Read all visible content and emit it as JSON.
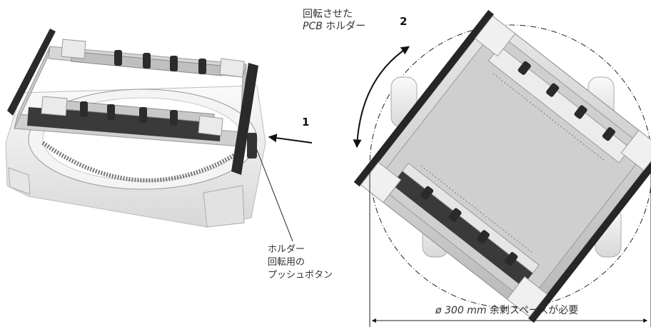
{
  "labels": {
    "rotated_line1": "回転させた",
    "rotated_pcb": "PCB",
    "rotated_holder": " ホルダー",
    "num1": "1",
    "num2": "2",
    "push_line1": "ホルダー",
    "push_line2": "回転用の",
    "push_line3": "プッシュボタン",
    "dim_value": "ø 300 mm",
    "dim_text": " 余剰スペースが必要"
  },
  "icons": {
    "rotation_arrow": "curved-double-arrow",
    "push_arrow": "arrow-left"
  },
  "colors": {
    "frame": "#d4d4d4",
    "frame_dark": "#2a2a2a",
    "base": "#eeeeee",
    "gear": "#8a8a8a",
    "line": "#222222"
  }
}
